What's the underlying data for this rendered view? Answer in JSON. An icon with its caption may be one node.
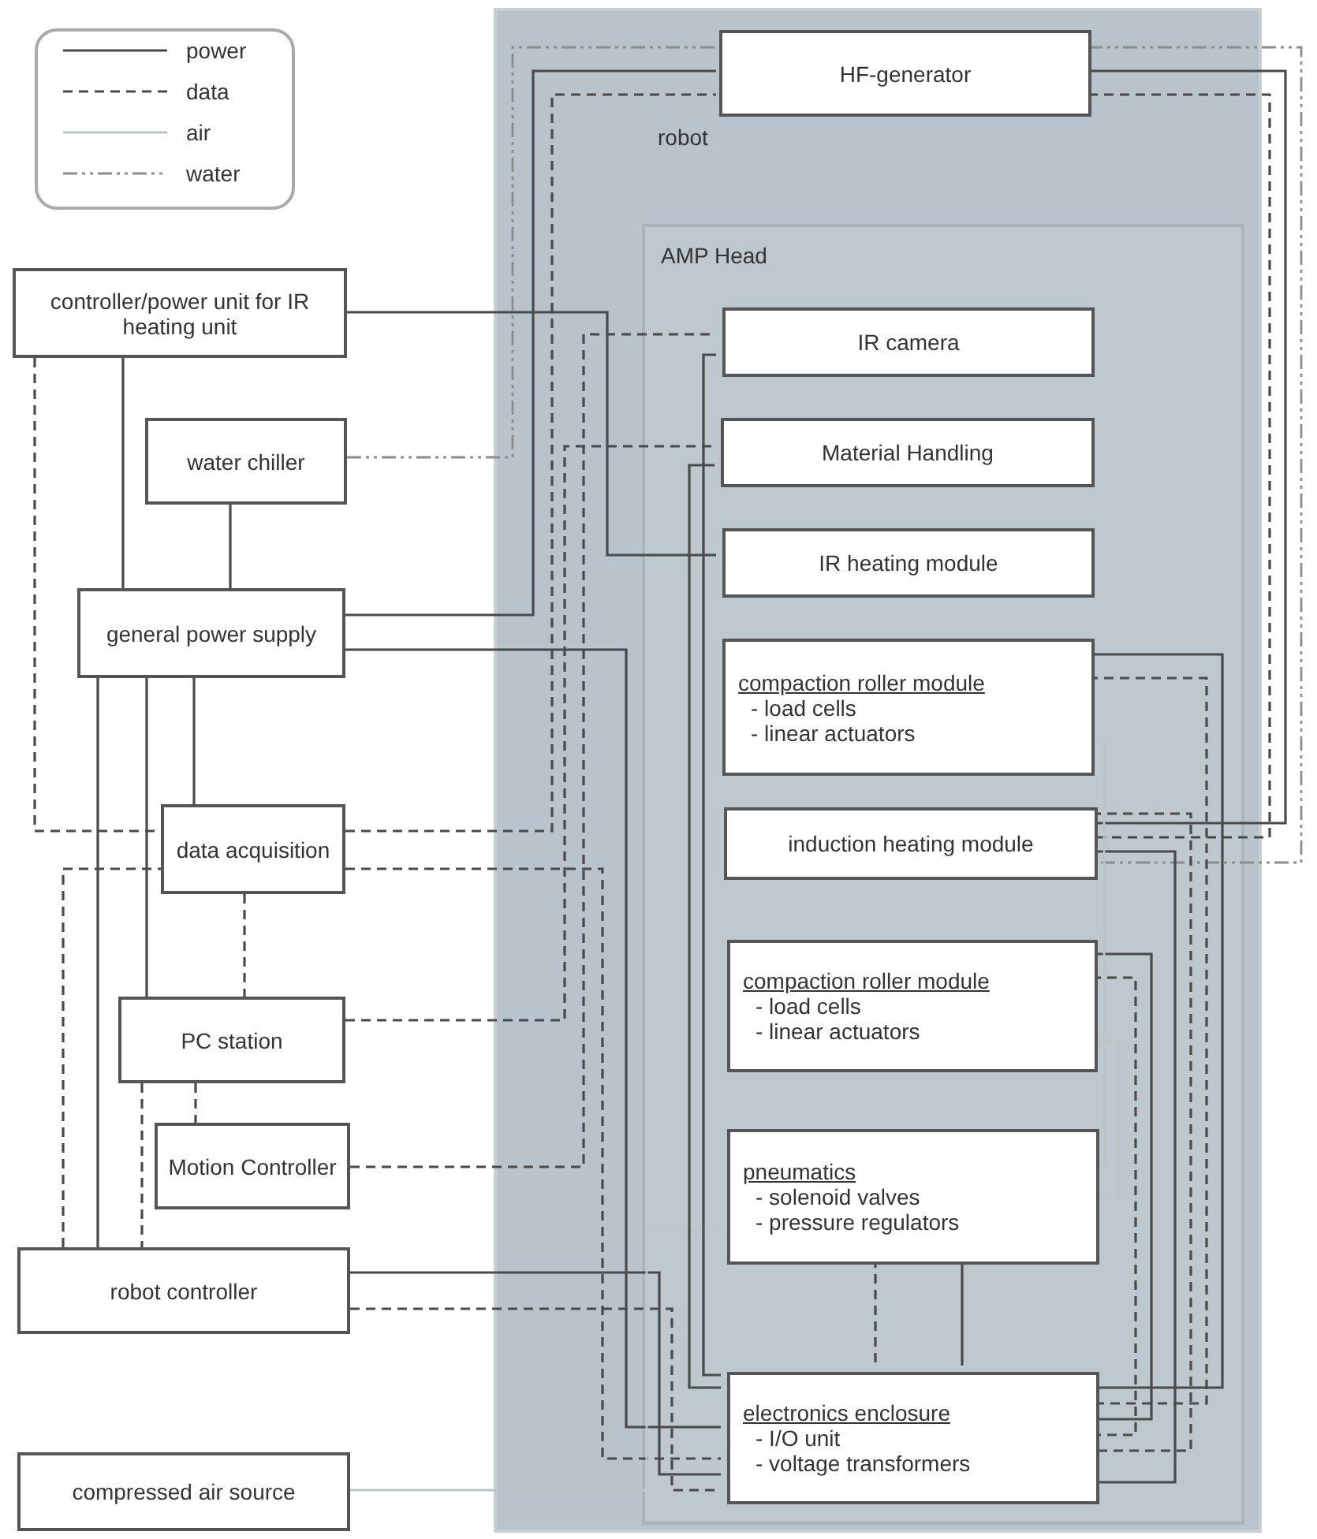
{
  "diagram": {
    "nodes": [
      {
        "text": [
          "robot"
        ]
      },
      {
        "text": [
          "HF-generator"
        ],
        "in": 0
      },
      {
        "text": [
          "AMP Head"
        ],
        "in": 0
      },
      {
        "text": [
          "IR camera"
        ],
        "in": 2
      },
      {
        "text": [
          "Material Handling"
        ],
        "in": 2
      },
      {
        "text": [
          "IR heating module"
        ],
        "in": 2
      },
      {
        "text": [
          "compaction roller module",
          "- load cells",
          "- linear actuators"
        ],
        "in": 2
      },
      {
        "text": [
          "induction heating module"
        ],
        "in": 2
      },
      {
        "text": [
          "compaction roller module",
          "- load cells",
          "- linear actuators"
        ],
        "in": 2
      },
      {
        "text": [
          "pneumatics",
          "- solenoid valves",
          "- pressure regulators"
        ],
        "in": 2
      },
      {
        "text": [
          "electronics enclosure",
          "- I/O unit",
          "- voltage transformers"
        ],
        "in": 2
      },
      {
        "text": [
          "controller/power unit for IR heating unit"
        ]
      },
      {
        "text": [
          "water chiller"
        ]
      },
      {
        "text": [
          "general power supply"
        ]
      },
      {
        "text": [
          "data acquisition"
        ]
      },
      {
        "text": [
          "PC station"
        ]
      },
      {
        "text": [
          "Motion Controller"
        ]
      },
      {
        "text": [
          "robot controller"
        ]
      },
      {
        "text": [
          "compressed air source"
        ]
      }
    ],
    "edges": [
      {
        "from": 11,
        "to": 5,
        "arrow": "none"
      },
      {
        "from": 11,
        "to": 14,
        "arrow": "none",
        "style": "dashed"
      },
      {
        "from": 11,
        "to": 13,
        "arrow": "none"
      },
      {
        "from": 12,
        "to": 13,
        "arrow": "none"
      },
      {
        "from": 12,
        "to": 1,
        "arrow": "none",
        "style": "dashed",
        "color": "#8c8c8c"
      },
      {
        "from": 13,
        "to": 1,
        "arrow": "none"
      },
      {
        "from": 13,
        "to": 10,
        "arrow": "none"
      },
      {
        "from": 13,
        "to": 17,
        "arrow": "none"
      },
      {
        "from": 13,
        "to": 15,
        "arrow": "none"
      },
      {
        "from": 13,
        "to": 14,
        "arrow": "none"
      },
      {
        "from": 14,
        "to": 1,
        "arrow": "none",
        "style": "dashed"
      },
      {
        "from": 14,
        "to": 10,
        "arrow": "none",
        "style": "dashed"
      },
      {
        "from": 14,
        "to": 15,
        "arrow": "none",
        "style": "dashed"
      },
      {
        "from": 15,
        "to": 4,
        "arrow": "none",
        "style": "dashed"
      },
      {
        "from": 16,
        "to": 3,
        "arrow": "none",
        "style": "dashed"
      },
      {
        "from": 15,
        "to": 16,
        "arrow": "none",
        "style": "dashed"
      },
      {
        "from": 15,
        "to": 17,
        "arrow": "none",
        "style": "dashed"
      },
      {
        "from": 17,
        "to": 14,
        "arrow": "none",
        "style": "dashed"
      },
      {
        "from": 17,
        "to": 10,
        "arrow": "none"
      },
      {
        "from": 17,
        "to": 10,
        "arrow": "none",
        "style": "dashed"
      },
      {
        "from": 18,
        "to": 9,
        "arrow": "none",
        "color": "#bcc6c6"
      },
      {
        "from": 1,
        "to": 7,
        "arrow": "none"
      },
      {
        "from": 1,
        "to": 7,
        "arrow": "none",
        "style": "dashed"
      },
      {
        "from": 1,
        "to": 7,
        "arrow": "none",
        "style": "dashed",
        "color": "#8c8c8c"
      },
      {
        "from": 3,
        "to": 10,
        "arrow": "none"
      },
      {
        "from": 4,
        "to": 10,
        "arrow": "none"
      },
      {
        "from": 6,
        "to": 10,
        "arrow": "none"
      },
      {
        "from": 6,
        "to": 10,
        "arrow": "none",
        "style": "dashed"
      },
      {
        "from": 7,
        "to": 10,
        "arrow": "none",
        "style": "dashed"
      },
      {
        "from": 7,
        "to": 10,
        "arrow": "none"
      },
      {
        "from": 8,
        "to": 10,
        "arrow": "none"
      },
      {
        "from": 8,
        "to": 10,
        "arrow": "none",
        "style": "dashed"
      },
      {
        "from": 9,
        "to": 10,
        "arrow": "none",
        "style": "dashed"
      },
      {
        "from": 9,
        "to": 10,
        "arrow": "none"
      },
      {
        "from": 9,
        "to": 8,
        "arrow": "none",
        "color": "#bcc6c6"
      },
      {
        "from": 9,
        "to": 6,
        "arrow": "none",
        "color": "#bcc6c6"
      }
    ],
    "legend": [
      {
        "text": "power"
      },
      {
        "text": "data"
      },
      {
        "text": "air"
      },
      {
        "text": "water"
      }
    ]
  }
}
